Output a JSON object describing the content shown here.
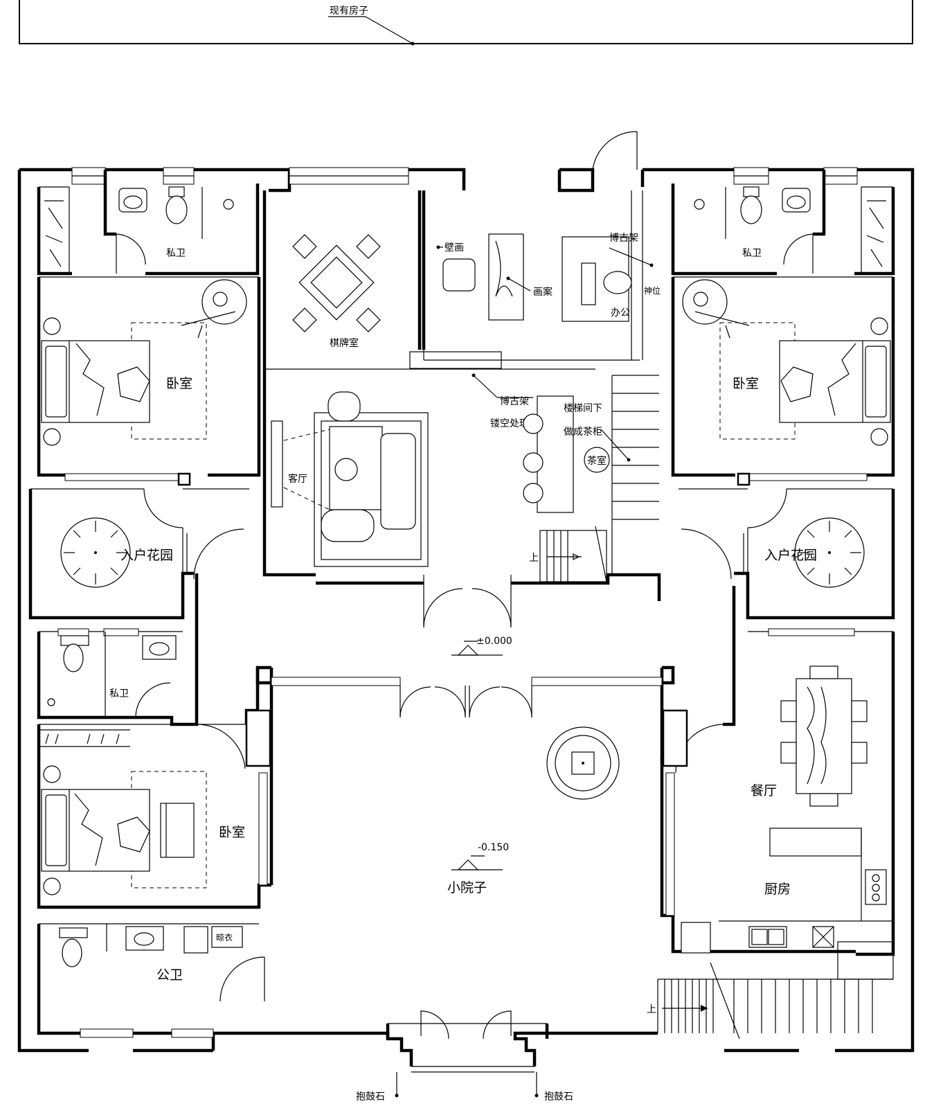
{
  "existing_house": "现有房子",
  "rooms": {
    "private_bath_left": "私卫",
    "private_bath_right": "私卫",
    "bedroom_left_top": "卧室",
    "bedroom_right": "卧室",
    "bedroom_left_bottom": "卧室",
    "chess_room": "棋牌室",
    "painting_table": "画案",
    "mural": "壁画",
    "antique_shelf_top": "博古架",
    "shrine": "神位",
    "office": "办公",
    "living_room": "客厅",
    "antique_shelf_mid": "博古架",
    "hollow_treatment": "镂空处理",
    "under_stairs_1": "楼梯间下",
    "under_stairs_2": "做成茶柜",
    "tea_room": "茶室",
    "entry_garden_left": "入户花园",
    "entry_garden_right": "入户花园",
    "private_bath_lower": "私卫",
    "dining": "餐厅",
    "kitchen": "厨房",
    "courtyard": "小院子",
    "public_bath": "公卫",
    "laundry": "晾衣",
    "drum_stone_left": "抱鼓石",
    "drum_stone_right": "抱鼓石"
  },
  "stairs": {
    "up_inner": "上",
    "up_outer": "上"
  },
  "levels": {
    "hall": "±0.000",
    "courtyard": "-0.150"
  }
}
